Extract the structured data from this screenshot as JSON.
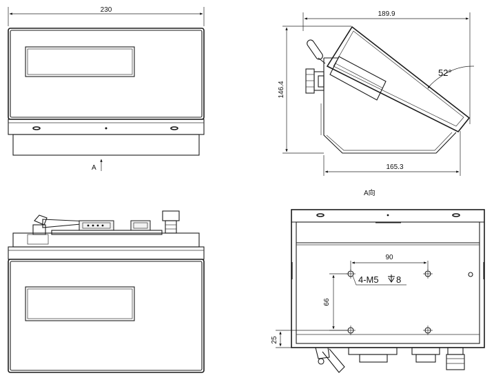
{
  "front_view": {
    "width_dim": "230",
    "view_marker": "A"
  },
  "side_view": {
    "top_dim": "189.9",
    "height_dim": "146.4",
    "bottom_dim": "165.3",
    "angle": "52°"
  },
  "section_label": "A向",
  "bottom_view": {
    "hole_spacing_x": "90",
    "hole_spacing_y": "66",
    "hole_spec": "4-M5",
    "hole_depth": "8",
    "edge_offset": "25"
  },
  "colors": {
    "stroke": "#1a1a1a",
    "background": "#ffffff"
  }
}
